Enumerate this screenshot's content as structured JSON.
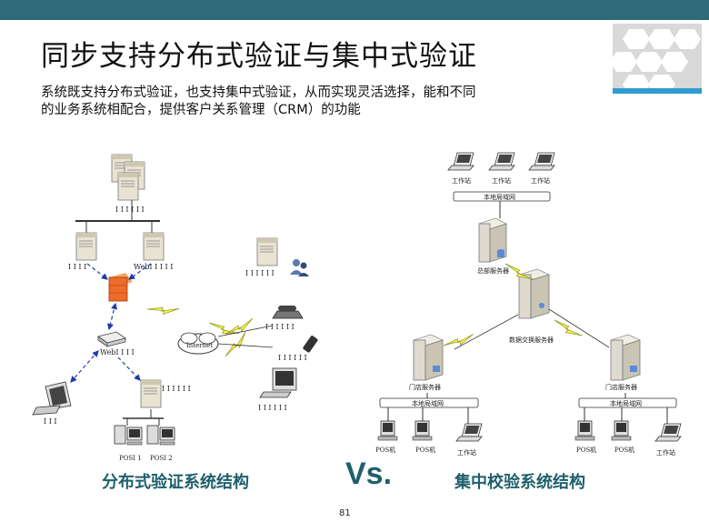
{
  "title": "同步支持分布式验证与集中式验证",
  "description_lines": [
    "系统既支持分布式验证，也支持集中式验证，从而实现灵活选择，能和不同",
    "的业务系统相配合，提供客户关系管理（CRM）的功能"
  ],
  "left_diagram": {
    "caption": "分布式验证系统结构",
    "labels": {
      "top_server": "I I I I I I",
      "server_a": "I I I I",
      "server_b": "WebI I I I I",
      "wan": "WebI I I I",
      "lower_server": "I I I I I I",
      "internet": "Internet",
      "remote_server": "I I I I I I",
      "phone": "I I I I I I",
      "mobile": "I I I I I I",
      "pc_right": "I I I I I I",
      "pc_left": "I I I",
      "pos1": "POSI 1",
      "pos2": "POSI 2"
    }
  },
  "vs_label": "Vs.",
  "right_diagram": {
    "caption": "集中校验系统结构",
    "workstation": "工作站",
    "lan": "本地局域网",
    "hq_server": "总部服务器",
    "exchange_server": "数据交换服务器",
    "store_server": "门店服务器",
    "pos": "POS机"
  },
  "page_number": "81",
  "colors": {
    "topbar": "#2e6b78",
    "accent_line": "#2f9bd3",
    "caption": "#1f5f6c",
    "lightning": "#ffff33",
    "arrow": "#1f3ca8"
  }
}
